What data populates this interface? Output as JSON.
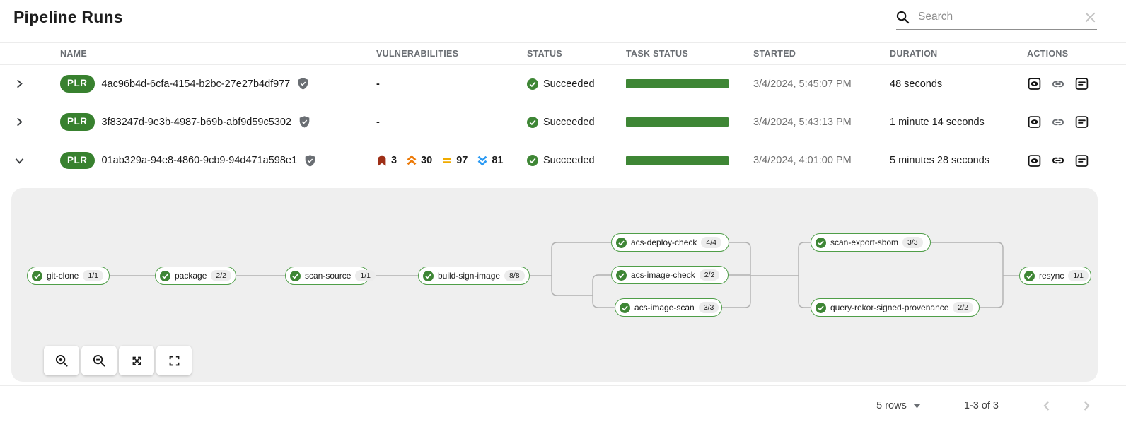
{
  "page": {
    "title": "Pipeline Runs"
  },
  "search": {
    "placeholder": "Search"
  },
  "table": {
    "columns": [
      "NAME",
      "VULNERABILITIES",
      "STATUS",
      "TASK STATUS",
      "STARTED",
      "DURATION",
      "ACTIONS"
    ],
    "rows": [
      {
        "badge": "PLR",
        "name": "4ac96b4d-6cfa-4154-b2bc-27e27b4df977",
        "vulnerabilities": "-",
        "status": "Succeeded",
        "started": "3/4/2024, 5:45:07 PM",
        "duration": "48 seconds",
        "expanded": false
      },
      {
        "badge": "PLR",
        "name": "3f83247d-9e3b-4987-b69b-abf9d59c5302",
        "vulnerabilities": "-",
        "status": "Succeeded",
        "started": "3/4/2024, 5:43:13 PM",
        "duration": "1 minute 14 seconds",
        "expanded": false
      },
      {
        "badge": "PLR",
        "name": "01ab329a-94e8-4860-9cb9-94d471a598e1",
        "vulnerabilities": {
          "critical": "3",
          "high": "30",
          "medium": "97",
          "low": "81"
        },
        "status": "Succeeded",
        "started": "3/4/2024, 4:01:00 PM",
        "duration": "5 minutes 28 seconds",
        "expanded": true
      }
    ]
  },
  "pipeline_graph": {
    "nodes": [
      {
        "label": "git-clone",
        "badge": "1/1",
        "status": "succeeded"
      },
      {
        "label": "package",
        "badge": "2/2",
        "status": "succeeded"
      },
      {
        "label": "scan-source",
        "badge": "1/1",
        "status": "succeeded"
      },
      {
        "label": "build-sign-image",
        "badge": "8/8",
        "status": "succeeded"
      },
      {
        "label": "acs-deploy-check",
        "badge": "4/4",
        "status": "succeeded"
      },
      {
        "label": "acs-image-check",
        "badge": "2/2",
        "status": "succeeded"
      },
      {
        "label": "acs-image-scan",
        "badge": "3/3",
        "status": "succeeded"
      },
      {
        "label": "scan-export-sbom",
        "badge": "3/3",
        "status": "succeeded"
      },
      {
        "label": "query-rekor-signed-provenance",
        "badge": "2/2",
        "status": "succeeded"
      },
      {
        "label": "resync",
        "badge": "1/1",
        "status": "succeeded"
      }
    ]
  },
  "pagination": {
    "rows_per_page": "5 rows",
    "range_label": "1-3 of 3"
  },
  "icons": {
    "search": "magnifier",
    "clear_search": "x-mark",
    "expander_collapsed": "chevron-right",
    "expander_expanded": "chevron-down",
    "signed": "shield-check",
    "status_success": "check-circle",
    "severity_critical": "critical-banner",
    "severity_high": "double-chevron-up",
    "severity_medium": "equals-bars",
    "severity_low": "double-chevron-down",
    "action_view": "eye-box",
    "action_link": "chain-link",
    "action_logs": "document-lines",
    "zoom_in": "magnifier-plus",
    "zoom_out": "magnifier-minus",
    "fit_to_screen": "expand-arrows",
    "fullscreen": "corner-brackets",
    "rows_caret": "caret-down",
    "prev_page": "chevron-left",
    "next_page": "chevron-right"
  },
  "colors": {
    "plr_badge_green": "#38812F",
    "success_green": "#3E8635",
    "node_border_green": "#4F9E48",
    "severity_critical": "#9E2F17",
    "severity_high": "#EC7A08",
    "severity_medium": "#F0AB00",
    "severity_low": "#2B9AF3",
    "panel_background": "#EFEFEF",
    "edge_gray": "#B1B1B1"
  }
}
